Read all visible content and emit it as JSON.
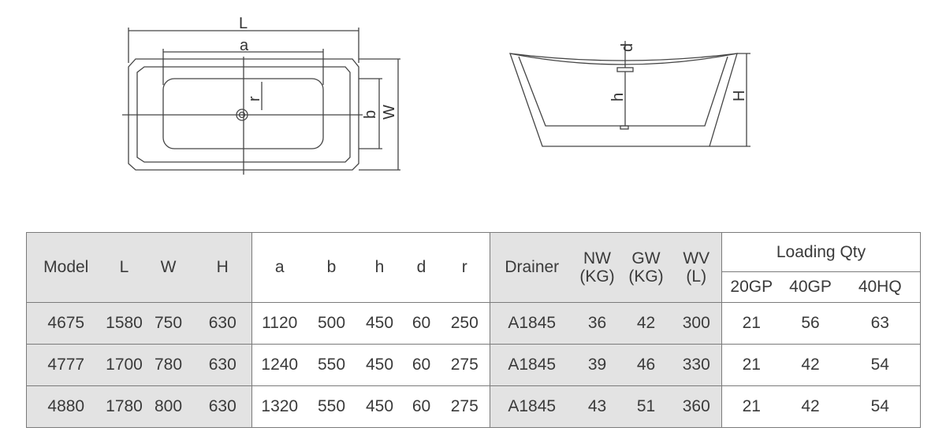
{
  "drawing": {
    "top_view": {
      "L": "L",
      "a": "a",
      "r": "r",
      "b": "b",
      "W": "W"
    },
    "side_view": {
      "d": "d",
      "h": "h",
      "H": "H"
    }
  },
  "table": {
    "headers": {
      "model": "Model",
      "L": "L",
      "W": "W",
      "H": "H",
      "a": "a",
      "b": "b",
      "h": "h",
      "d": "d",
      "r": "r",
      "drainer": "Drainer",
      "nw_1": "NW",
      "nw_2": "(KG)",
      "gw_1": "GW",
      "gw_2": "(KG)",
      "wv_1": "WV",
      "wv_2": "(L)",
      "loading": "Loading Qty",
      "gp20": "20GP",
      "gp40": "40GP",
      "hq40": "40HQ"
    },
    "rows": [
      {
        "model": "4675",
        "L": "1580",
        "W": "750",
        "H": "630",
        "a": "1120",
        "b": "500",
        "h": "450",
        "d": "60",
        "r": "250",
        "drainer": "A1845",
        "nw": "36",
        "gw": "42",
        "wv": "300",
        "gp20": "21",
        "gp40": "56",
        "hq40": "63"
      },
      {
        "model": "4777",
        "L": "1700",
        "W": "780",
        "H": "630",
        "a": "1240",
        "b": "550",
        "h": "450",
        "d": "60",
        "r": "275",
        "drainer": "A1845",
        "nw": "39",
        "gw": "46",
        "wv": "330",
        "gp20": "21",
        "gp40": "42",
        "hq40": "54"
      },
      {
        "model": "4880",
        "L": "1780",
        "W": "800",
        "H": "630",
        "a": "1320",
        "b": "550",
        "h": "450",
        "d": "60",
        "r": "275",
        "drainer": "A1845",
        "nw": "43",
        "gw": "51",
        "wv": "360",
        "gp20": "21",
        "gp40": "42",
        "hq40": "54"
      }
    ]
  }
}
